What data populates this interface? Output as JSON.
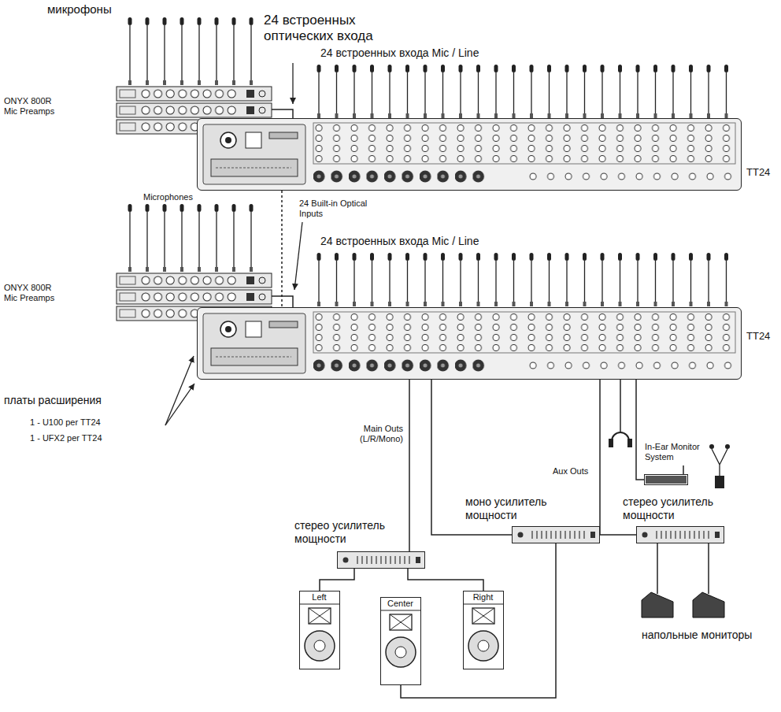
{
  "diagram": {
    "nodes": [
      {
        "text": [
          "ONYX 800R Mic Preamps"
        ]
      },
      {
        "text": [
          "TT24"
        ]
      },
      {
        "text": [
          "ONYX 800R Mic Preamps"
        ]
      },
      {
        "text": [
          "TT24"
        ]
      },
      {
        "text": [
          "стерео усилитель мощности"
        ]
      },
      {
        "text": [
          "моно усилитель мощности"
        ]
      },
      {
        "text": [
          "стерео усилитель мощности"
        ]
      },
      {
        "text": [
          "Left"
        ]
      },
      {
        "text": [
          "Center"
        ]
      },
      {
        "text": [
          "Right"
        ]
      },
      {
        "text": [
          "In-Ear Monitor System"
        ]
      }
    ],
    "edges": [
      {
        "from": 0,
        "to": 1,
        "arrow": "none"
      },
      {
        "from": 2,
        "to": 3,
        "arrow": "none"
      },
      {
        "from": 1,
        "to": 3,
        "arrow": "none"
      },
      {
        "from": 3,
        "to": 4,
        "label": "Main Outs (L/R/Mono)",
        "arrow": "none"
      },
      {
        "from": 3,
        "to": 5,
        "arrow": "none"
      },
      {
        "from": 3,
        "to": 6,
        "label": "Aux Outs",
        "arrow": "none"
      },
      {
        "from": 3,
        "to": 10,
        "arrow": "none"
      },
      {
        "from": 4,
        "to": 7,
        "arrow": "none"
      },
      {
        "from": 4,
        "to": 9,
        "arrow": "none"
      },
      {
        "from": 5,
        "to": 8,
        "arrow": "none"
      }
    ],
    "labels": [
      "микрофоны",
      "24 встроенных оптических входа",
      "24 встроенных входа Mic / Line",
      "Microphones",
      "24 Built-in Optical Inputs",
      "24 встроенных входа Mic / Line",
      "платы расширения",
      "1 - U100 per TT24",
      "1 - UFX2 per TT24",
      "напольные мониторы"
    ]
  }
}
